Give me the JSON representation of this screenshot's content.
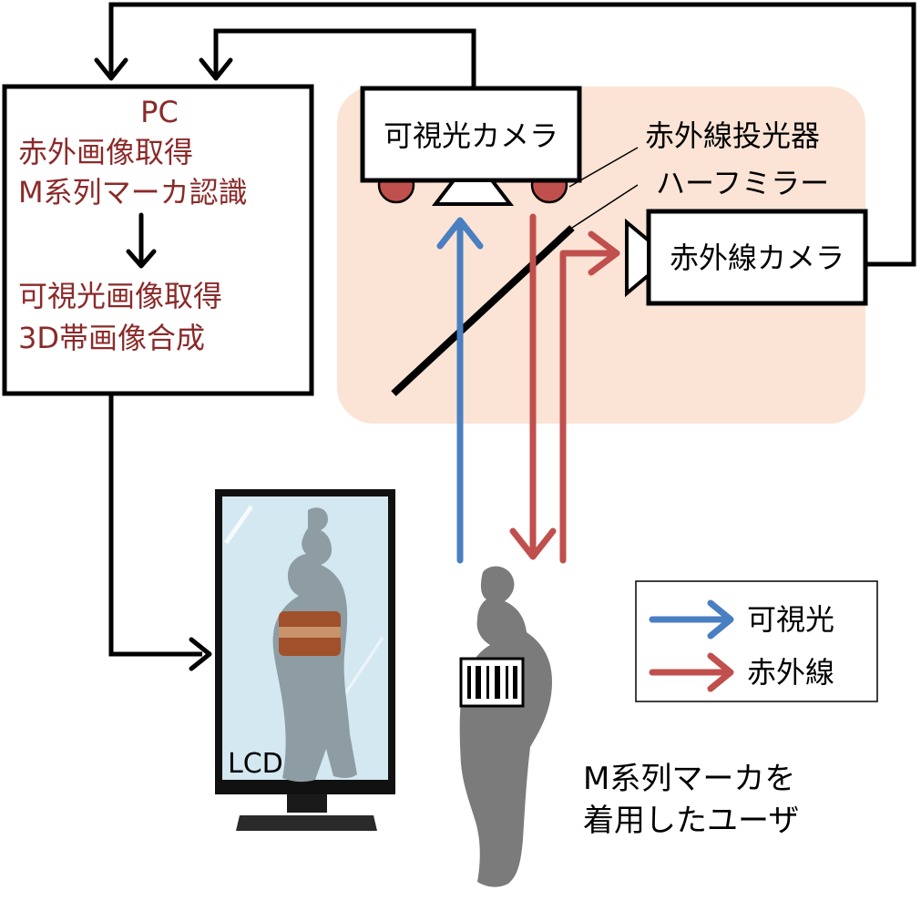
{
  "pc": {
    "title": "PC",
    "step1_line1": "赤外画像取得",
    "step1_line2": "M系列マーカ認識",
    "step2_line1": "可視光画像取得",
    "step2_line2": "3D帯画像合成"
  },
  "devices": {
    "visible_camera": "可視光カメラ",
    "ir_projector": "赤外線投光器",
    "half_mirror": "ハーフミラー",
    "ir_camera": "赤外線カメラ"
  },
  "display": {
    "label": "LCD"
  },
  "user": {
    "caption_line1": "M系列マーカを",
    "caption_line2": "着用したユーザ"
  },
  "legend": {
    "visible": "可視光",
    "infrared": "赤外線"
  },
  "colors": {
    "visible_light": "#4a7fc1",
    "infrared": "#c0504d",
    "pc_text": "#8b2a2a",
    "enclosure": "#fbe4d5",
    "silhouette": "#7b7b7b",
    "lcd_screen": "#d3e8f0",
    "obi_band": "#a0502a"
  }
}
